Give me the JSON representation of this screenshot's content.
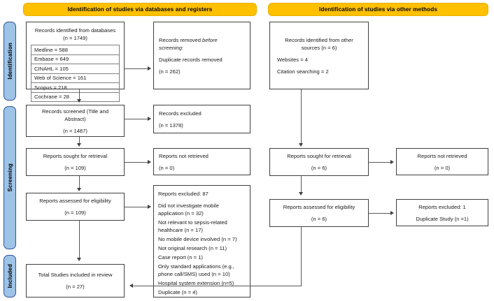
{
  "banners": {
    "left": "Identification of studies via databases and registers",
    "right": "Identification of studies via other methods"
  },
  "phases": {
    "identification": "Identification",
    "screening": "Screening",
    "included": "Included"
  },
  "colors": {
    "banner_fill": "#FFC000",
    "phase_fill": "#9DC3E6",
    "phase_border": "#2F5496",
    "box_border": "#404040",
    "connector": "#595959"
  },
  "left_column": {
    "records_identified": {
      "title": "Records identified from databases",
      "count": "(n = 1749)",
      "sources": [
        "Medline = 588",
        "Embase = 649",
        "CINAHL = 105",
        "Web of Science = 161",
        "Scopus = 218",
        "Cochrane = 28"
      ]
    },
    "records_removed": {
      "line1": "Records removed ",
      "line1_italic": "before",
      "line2_italic": "screening",
      "line2_tail": ":",
      "line3": "Duplicate records removed",
      "count": "(n = 262)"
    },
    "records_screened": {
      "title": "Records screened (Title and Abstract)",
      "count": "(n = 1487)"
    },
    "records_excluded": {
      "title": "Records excluded",
      "count": "(n = 1378)"
    },
    "reports_sought": {
      "title": "Reports sought for retrieval",
      "count": "(n = 109)"
    },
    "reports_not_retrieved": {
      "title": "Reports not retrieved",
      "count": "(n = 0)"
    },
    "reports_assessed": {
      "title": "Reports assessed for eligibility",
      "count": "(n = 109)"
    },
    "reports_excluded": {
      "title": "Reports excluded: 87",
      "reasons": [
        "Did not investigate mobile application (n = 32)",
        "Not relevant to sepsis-related healthcare (n = 17)",
        "No mobile device involved (n = 7)",
        "Not original research (n = 11)",
        "Case report (n = 1)",
        "Only standard applications (e.g., phone call/SMS) used (n = 10)",
        "Hospital system extension (n=5)",
        "Duplicate (n = 4)"
      ]
    },
    "total_included": {
      "title": "Total Studies included in review",
      "count": "(n = 27)"
    }
  },
  "right_column": {
    "records_other_sources": {
      "title": "Records identified from other sources (n = 6)",
      "websites": "Websites = 4",
      "citation": "Citation searching = 2"
    },
    "reports_sought": {
      "title": "Reports sought for retrieval",
      "count": "(n = 6)"
    },
    "reports_not_retrieved": {
      "title": "Reports not retrieved",
      "count": "(n = 0)"
    },
    "reports_assessed": {
      "title": "Reports assessed for eligibility",
      "count": "(n = 6)"
    },
    "reports_excluded": {
      "title": "Reports excluded: 1",
      "reason": "Duplicate Study (n =1)"
    }
  }
}
